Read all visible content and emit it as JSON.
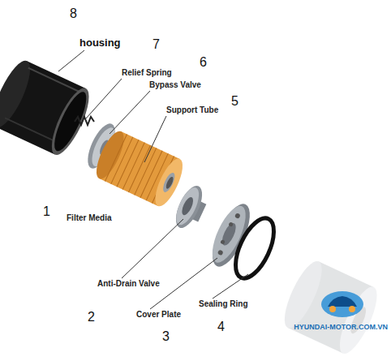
{
  "diagram": {
    "labels": [
      "8",
      "housing",
      "7",
      "Relief Spring",
      "6",
      "Bypass Valve",
      "Support Tube",
      "5",
      "1",
      "Filter Media",
      "Anti-Drain Valve",
      "2",
      "Cover Plate",
      "3",
      "Sealing Ring",
      "4",
      "HYUNDAI-MOTOR.COM.VN"
    ]
  }
}
